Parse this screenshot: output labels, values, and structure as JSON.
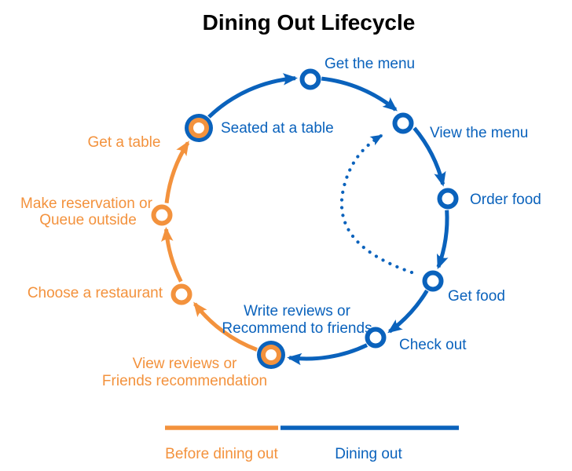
{
  "title": "Dining Out Lifecycle",
  "colors": {
    "before_dining": "#F3923D",
    "dining": "#0A62BC",
    "title_text": "#000000",
    "background": "#FFFFFF"
  },
  "diagram": {
    "steps": [
      {
        "id": "get-the-menu",
        "label": "Get the menu",
        "phase": "dining"
      },
      {
        "id": "view-the-menu",
        "label": "View the menu",
        "phase": "dining"
      },
      {
        "id": "order-food",
        "label": "Order food",
        "phase": "dining"
      },
      {
        "id": "get-food",
        "label": "Get food",
        "phase": "dining"
      },
      {
        "id": "check-out",
        "label": "Check out",
        "phase": "dining"
      },
      {
        "id": "write-reviews",
        "lines": [
          "Write reviews or",
          "Recommend to friends"
        ],
        "phase": "dining"
      },
      {
        "id": "view-reviews",
        "lines": [
          "View reviews or",
          "Friends recommendation"
        ],
        "phase": "before_dining"
      },
      {
        "id": "choose-a-restaurant",
        "label": "Choose a restaurant",
        "phase": "before_dining"
      },
      {
        "id": "make-reservation",
        "lines": [
          "Make reservation or",
          "Queue outside"
        ],
        "phase": "before_dining"
      },
      {
        "id": "get-a-table",
        "label": "Get a table",
        "phase": "before_dining"
      },
      {
        "id": "seated-at-a-table",
        "label": "Seated at a table",
        "phase": "dining"
      }
    ],
    "edges": [
      {
        "from": "View reviews or Friends recommendation",
        "to": "Choose a restaurant",
        "phase": "before_dining",
        "style": "solid"
      },
      {
        "from": "Choose a restaurant",
        "to": "Make reservation or Queue outside",
        "phase": "before_dining",
        "style": "solid"
      },
      {
        "from": "Make reservation or Queue outside",
        "to": "Seated at a table",
        "phase": "before_dining",
        "style": "solid",
        "via_label": "Get a table"
      },
      {
        "from": "Seated at a table",
        "to": "Get the menu",
        "phase": "dining",
        "style": "solid"
      },
      {
        "from": "Get the menu",
        "to": "View the menu",
        "phase": "dining",
        "style": "solid"
      },
      {
        "from": "View the menu",
        "to": "Order food",
        "phase": "dining",
        "style": "solid"
      },
      {
        "from": "Order food",
        "to": "Get food",
        "phase": "dining",
        "style": "solid"
      },
      {
        "from": "Get food",
        "to": "Check out",
        "phase": "dining",
        "style": "solid"
      },
      {
        "from": "Check out",
        "to": "Write reviews or Recommend to friends",
        "phase": "dining",
        "style": "solid"
      },
      {
        "from": "Get food",
        "to": "View the menu",
        "phase": "dining",
        "style": "dotted"
      }
    ]
  },
  "legend": {
    "before": {
      "label": "Before dining out",
      "color": "#F3923D"
    },
    "during": {
      "label": "Dining out",
      "color": "#0A62BC"
    }
  }
}
